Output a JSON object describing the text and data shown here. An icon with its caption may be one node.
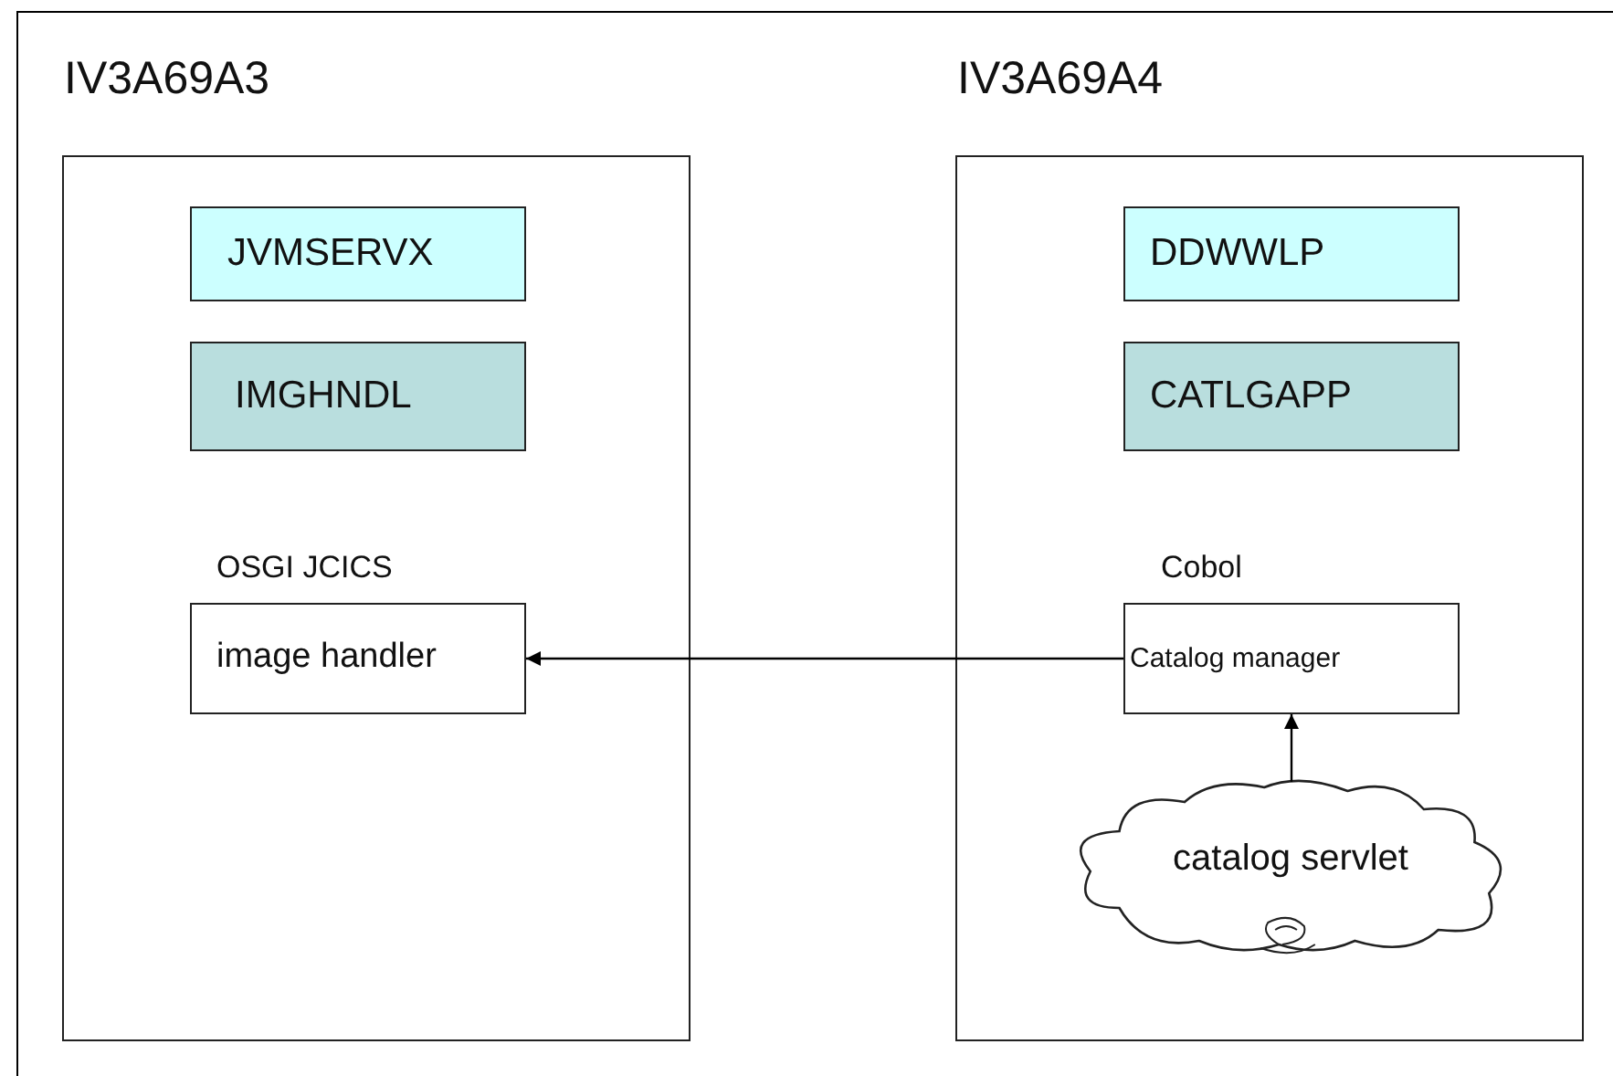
{
  "diagram": {
    "nodes": [
      {
        "text": [
          "IV3A69A3"
        ]
      },
      {
        "text": [
          "JVMSERVX"
        ],
        "in": 0
      },
      {
        "text": [
          "IMGHNDL"
        ],
        "in": 0
      },
      {
        "text": [
          "OSGI JCICS",
          "image handler"
        ],
        "in": 0
      },
      {
        "text": [
          "IV3A69A4"
        ]
      },
      {
        "text": [
          "DDWWLP"
        ],
        "in": 4
      },
      {
        "text": [
          "CATLGAPP"
        ],
        "in": 4
      },
      {
        "text": [
          "Cobol",
          "Catalog manager"
        ],
        "in": 4
      },
      {
        "text": [
          "catalog servlet"
        ],
        "in": 4
      }
    ],
    "edges": [
      {
        "from": 7,
        "to": 3,
        "arrow": "to"
      },
      {
        "from": 8,
        "to": 7,
        "arrow": "to"
      }
    ]
  }
}
